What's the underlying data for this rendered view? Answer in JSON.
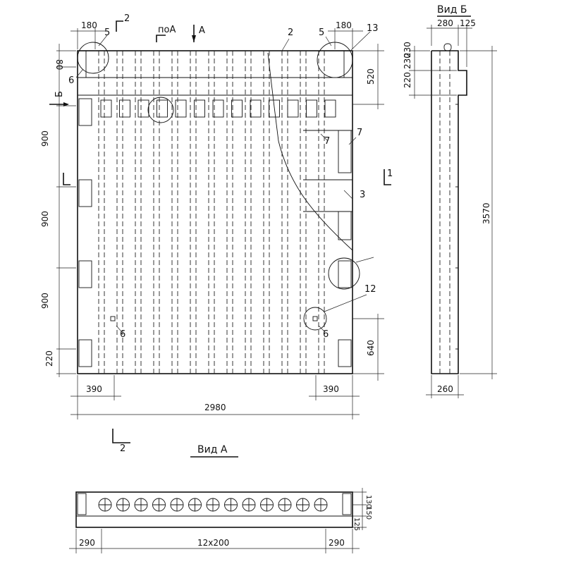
{
  "main_view": {
    "dim_top_left": "180",
    "dim_top_right": "180",
    "dim_left_80": "80",
    "dim_left_900_a": "900",
    "dim_left_900_b": "900",
    "dim_left_900_c": "900",
    "dim_left_220": "220",
    "dim_right_520": "520",
    "dim_right_640": "640",
    "dim_bottom_left": "390",
    "dim_bottom_right": "390",
    "dim_total_width": "2980",
    "section_top_mark": "2",
    "section_bottom_mark": "2",
    "section_left_mark": "Б",
    "section_right_mark": "1",
    "view_arrow_label": "поА",
    "view_arrow_letter": "A",
    "callouts": {
      "c5a": "5",
      "c5b": "5",
      "c2": "2",
      "c13": "13",
      "c6a": "6",
      "c6b": "6",
      "c6c": "6",
      "c7a": "7",
      "c7b": "7",
      "c3": "3",
      "c12": "12"
    }
  },
  "side_view": {
    "title": "Вид Б",
    "dim_280": "280",
    "dim_125": "125",
    "dim_230": "230",
    "dim_220_a": "220",
    "dim_220_b": "230",
    "dim_height": "3570",
    "dim_bottom": "260"
  },
  "view_a": {
    "title": "Вид А",
    "dim_left": "290",
    "dim_middle": "12x200",
    "dim_right": "290",
    "dim_130": "130",
    "dim_150": "150",
    "dim_125": "125",
    "hole_count": 13
  }
}
